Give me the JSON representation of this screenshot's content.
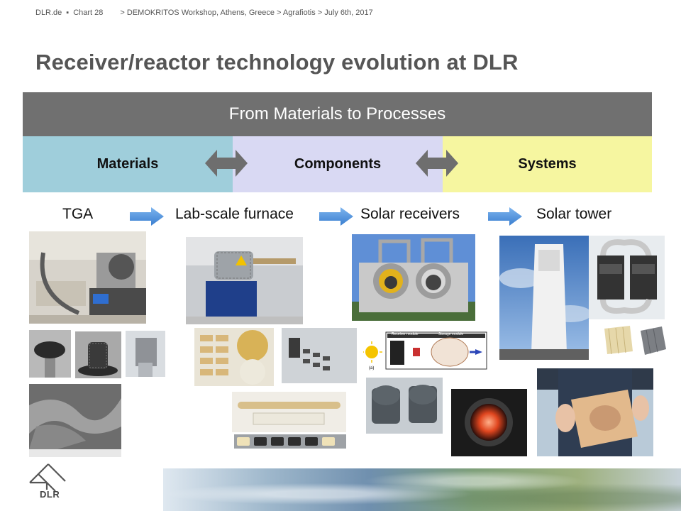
{
  "header": {
    "site": "DLR.de",
    "chart": "Chart 28",
    "breadcrumb": "> DEMOKRITOS Workshop, Athens, Greece  >  Agrafiotis > July 6th, 2017"
  },
  "title": "Receiver/reactor technology evolution at DLR",
  "banner": "From Materials to Processes",
  "bands": {
    "materials": "Materials",
    "components": "Components",
    "systems": "Systems"
  },
  "stages": {
    "tga": "TGA",
    "furnace": "Lab-scale furnace",
    "receivers": "Solar receivers",
    "tower": "Solar tower"
  },
  "diagram": {
    "receiver_module": "Receiver module",
    "storage_module": "Storage module",
    "label_a": "(a)"
  },
  "logo": {
    "text": "DLR"
  },
  "colors": {
    "banner": "#707070",
    "materials_band": "#9fcedb",
    "components_band": "#d9d9f3",
    "systems_band": "#f6f6a0",
    "arrow_gray": "#6e6e6e",
    "flow_arrow": "#4a8fdc"
  }
}
